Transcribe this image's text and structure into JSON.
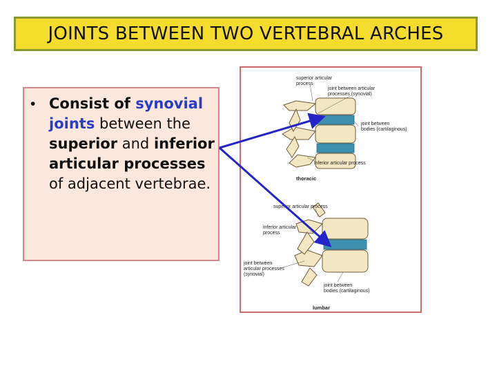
{
  "title": "JOINTS BETWEEN TWO VERTEBRAL ARCHES",
  "bullet": {
    "t1": "Consist of ",
    "t2": "synovial joints",
    "t3": " between the ",
    "t4": "superior",
    "t5": " and ",
    "t6": "inferior articular processes",
    "t7": " of adjacent vertebrae."
  },
  "figure": {
    "l1a": "superior articular",
    "l1b": "process",
    "l2a": "joint between articular",
    "l2b": "processes (synovial)",
    "l3a": "joint between",
    "l3b": "bodies (cartilaginous)",
    "l4": "inferior articular process",
    "l5": "thoracic",
    "l6": "superior articular process",
    "l7a": "inferior articular",
    "l7b": "process",
    "l8a": "joint between",
    "l8b": "articular processes",
    "l8c": "(synovial)",
    "l9a": "joint between",
    "l9b": "bodies (cartilaginous)",
    "l10": "lumbar"
  },
  "colors": {
    "title_bg": "#f4dc2c",
    "box_bg": "#fbe7dc",
    "accent": "#2a3cc6",
    "arrow": "#2323c8"
  }
}
